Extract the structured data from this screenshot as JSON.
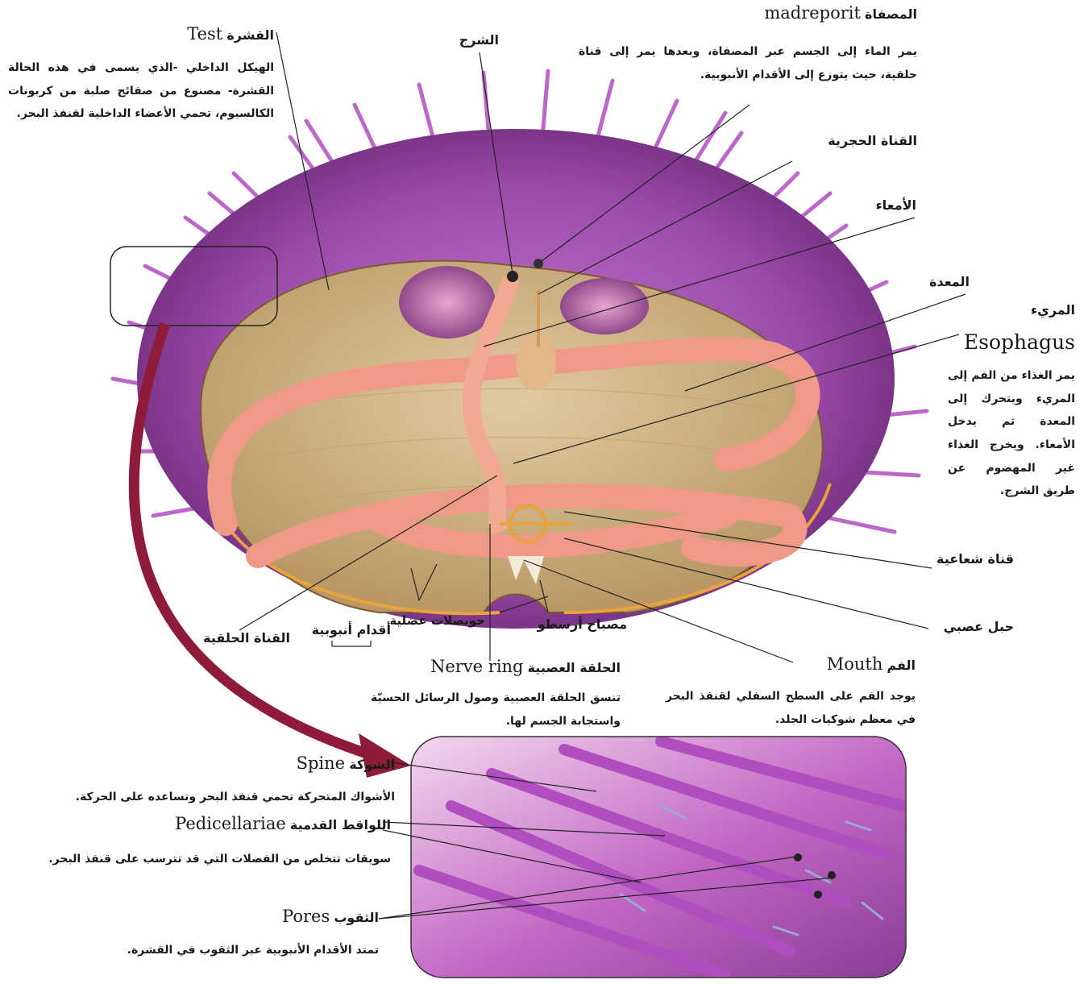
{
  "labels": {
    "test": {
      "ar": "القشرة",
      "en": "Test",
      "desc": "الهيكل الداخلي -الذي يسمى في هذه الحالة القشرة- مصنوع من صفائح صلبة من كربونات الكالسيوم، تحمي الأعضاء الداخلية لقنفذ البحر."
    },
    "anus": {
      "ar": "الشرج"
    },
    "madreporite": {
      "ar": "المصفاة",
      "en": "madreporit",
      "desc": "يمر الماء إلى الجسم عبر المصفاة، وبعدها يمر إلى قناة حلقية، حيث يتوزع إلى الأقدام الأنبوبية."
    },
    "stone_canal": {
      "ar": "القناة الحجرية"
    },
    "intestine": {
      "ar": "الأمعاء"
    },
    "stomach": {
      "ar": "المعدة"
    },
    "esophagus": {
      "ar": "المريء",
      "en": "Esophagus",
      "desc": "يمر الغذاء من الفم إلى المريء ويتحرك إلى المعدة ثم يدخل الأمعاء. ويخرج الغذاء غير المهضوم عن طريق الشرج."
    },
    "radial_canal": {
      "ar": "قناة شعاعية"
    },
    "nerve_cord": {
      "ar": "حبل عصبي"
    },
    "mouth": {
      "ar": "الفم",
      "en": "Mouth",
      "desc": "يوجد الفم على السطح السفلي لقنفذ البحر في معظم شوكيات الجلد."
    },
    "nerve_ring": {
      "ar": "الحلقة العصبية",
      "en": "Nerve ring",
      "desc": "تنسق الحلقة العصبية وصول الرسائل الحسيّة واستجابة الجسم لها."
    },
    "lantern": {
      "ar": "مصباح أرسطو"
    },
    "ampullae": {
      "ar": "حويصلات عضلية"
    },
    "tube_feet": {
      "ar": "أقدام أنبوبية"
    },
    "ring_canal": {
      "ar": "القناة الحلقية"
    },
    "spine": {
      "ar": "الشوكة",
      "en": "Spine",
      "desc": "الأشواك المتحركة تحمي قنفذ البحر وتساعده على الحركة."
    },
    "pedicellariae": {
      "ar": "اللواقط القدمية",
      "en": "Pedicellariae",
      "desc": "سويقات تتخلص من الفضلات التي قد تترسب على قنفذ البحر."
    },
    "pores": {
      "ar": "الثقوب",
      "en": "Pores",
      "desc": "تمتد الأقدام الأنبوبية عبر الثقوب في القشرة."
    }
  },
  "colors": {
    "spine_purple": "#b04ec0",
    "body_purple": "#8a3f9a",
    "interior_tan": "#cdb083",
    "gut_pink": "#f0a08c",
    "canal_orange": "#e8a33a",
    "arrow_maroon": "#8e1c38",
    "leader": "#222222"
  }
}
